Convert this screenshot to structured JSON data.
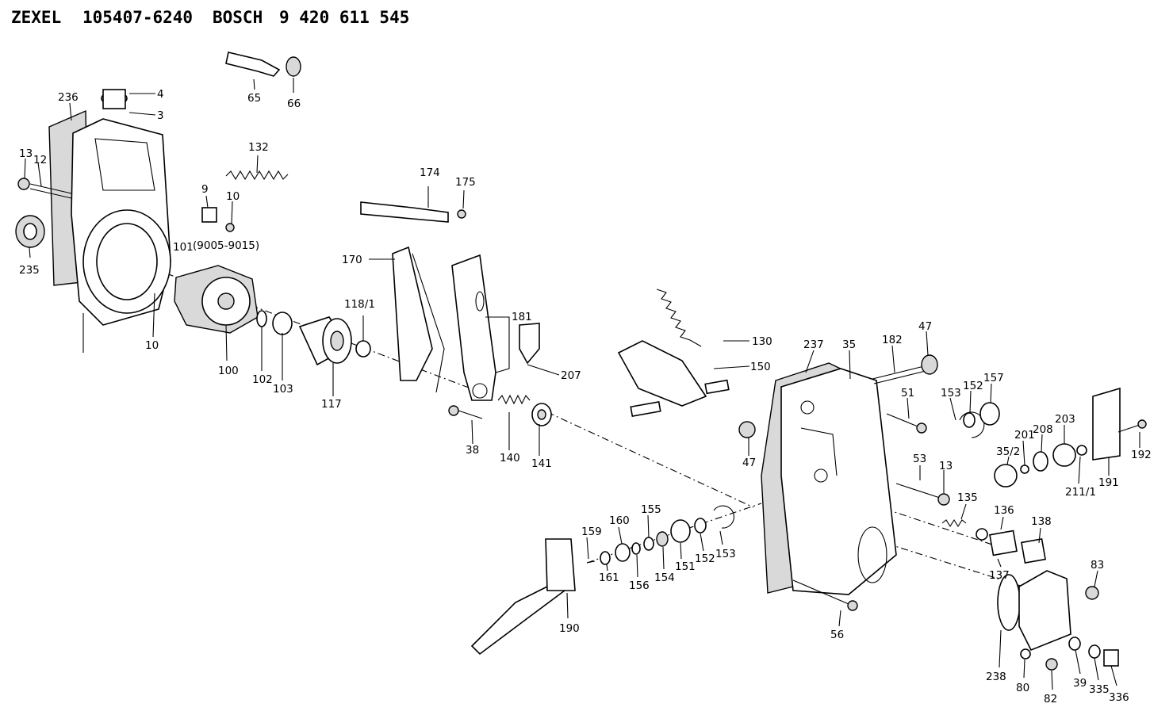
{
  "header": {
    "brand1": "ZEXEL",
    "part1": "105407-6240",
    "brand2": "BOSCH",
    "part2": "9 420 611 545"
  },
  "callouts": [
    {
      "id": "c-4",
      "text": "4"
    },
    {
      "id": "c-3",
      "text": "3"
    },
    {
      "id": "c-236",
      "text": "236"
    },
    {
      "id": "c-13a",
      "text": "13"
    },
    {
      "id": "c-12",
      "text": "12"
    },
    {
      "id": "c-235",
      "text": "235"
    },
    {
      "id": "c-65",
      "text": "65"
    },
    {
      "id": "c-66",
      "text": "66"
    },
    {
      "id": "c-132",
      "text": "132"
    },
    {
      "id": "c-9",
      "text": "9"
    },
    {
      "id": "c-10a",
      "text": "10"
    },
    {
      "id": "c-9005",
      "text": "(9005-9015)"
    },
    {
      "id": "c-101",
      "text": "101"
    },
    {
      "id": "c-10b",
      "text": "10"
    },
    {
      "id": "c-100",
      "text": "100"
    },
    {
      "id": "c-102",
      "text": "102"
    },
    {
      "id": "c-103",
      "text": "103"
    },
    {
      "id": "c-117",
      "text": "117"
    },
    {
      "id": "c-1181",
      "text": "118/1"
    },
    {
      "id": "c-174",
      "text": "174"
    },
    {
      "id": "c-175",
      "text": "175"
    },
    {
      "id": "c-170",
      "text": "170"
    },
    {
      "id": "c-181",
      "text": "181"
    },
    {
      "id": "c-207",
      "text": "207"
    },
    {
      "id": "c-38",
      "text": "38"
    },
    {
      "id": "c-140",
      "text": "140"
    },
    {
      "id": "c-141",
      "text": "141"
    },
    {
      "id": "c-130",
      "text": "130"
    },
    {
      "id": "c-150",
      "text": "150"
    },
    {
      "id": "c-237",
      "text": "237"
    },
    {
      "id": "c-35",
      "text": "35"
    },
    {
      "id": "c-182",
      "text": "182"
    },
    {
      "id": "c-47a",
      "text": "47"
    },
    {
      "id": "c-51",
      "text": "51"
    },
    {
      "id": "c-153a",
      "text": "153"
    },
    {
      "id": "c-152a",
      "text": "152"
    },
    {
      "id": "c-157",
      "text": "157"
    },
    {
      "id": "c-47b",
      "text": "47"
    },
    {
      "id": "c-352",
      "text": "35/2"
    },
    {
      "id": "c-201",
      "text": "201"
    },
    {
      "id": "c-208",
      "text": "208"
    },
    {
      "id": "c-203",
      "text": "203"
    },
    {
      "id": "c-2111",
      "text": "211/1"
    },
    {
      "id": "c-191",
      "text": "191"
    },
    {
      "id": "c-192",
      "text": "192"
    },
    {
      "id": "c-53",
      "text": "53"
    },
    {
      "id": "c-13b",
      "text": "13"
    },
    {
      "id": "c-135",
      "text": "135"
    },
    {
      "id": "c-136",
      "text": "136"
    },
    {
      "id": "c-138",
      "text": "138"
    },
    {
      "id": "c-137",
      "text": "137"
    },
    {
      "id": "c-159",
      "text": "159"
    },
    {
      "id": "c-160",
      "text": "160"
    },
    {
      "id": "c-155",
      "text": "155"
    },
    {
      "id": "c-161",
      "text": "161"
    },
    {
      "id": "c-156",
      "text": "156"
    },
    {
      "id": "c-154",
      "text": "154"
    },
    {
      "id": "c-151",
      "text": "151"
    },
    {
      "id": "c-152b",
      "text": "152"
    },
    {
      "id": "c-153b",
      "text": "153"
    },
    {
      "id": "c-190",
      "text": "190"
    },
    {
      "id": "c-56",
      "text": "56"
    },
    {
      "id": "c-83",
      "text": "83"
    },
    {
      "id": "c-238",
      "text": "238"
    },
    {
      "id": "c-80",
      "text": "80"
    },
    {
      "id": "c-82",
      "text": "82"
    },
    {
      "id": "c-39",
      "text": "39"
    },
    {
      "id": "c-335",
      "text": "335"
    },
    {
      "id": "c-336",
      "text": "336"
    }
  ]
}
